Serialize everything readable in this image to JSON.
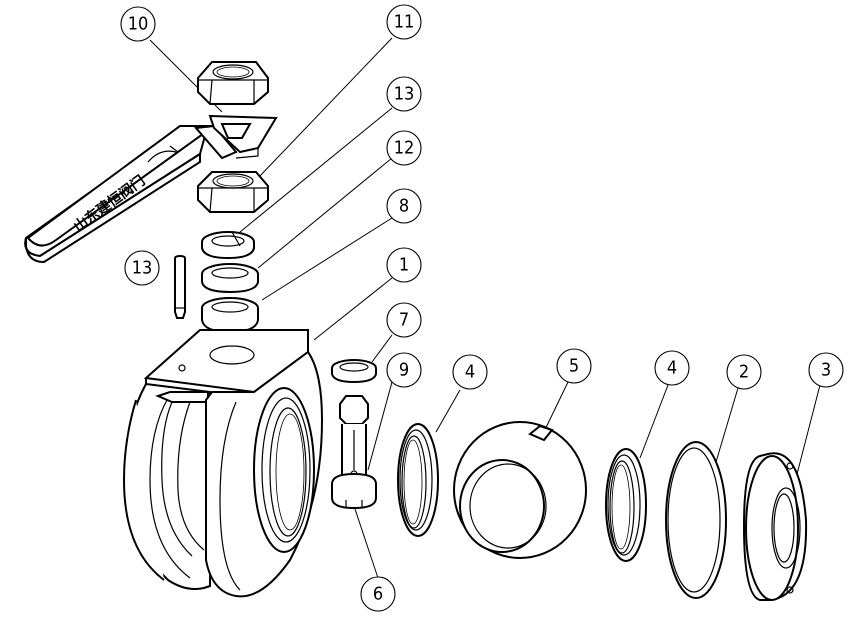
{
  "diagram": {
    "handle_label": "山东建恒阀门",
    "balloons": [
      {
        "id": "b10",
        "label": "10"
      },
      {
        "id": "b11",
        "label": "11"
      },
      {
        "id": "b13a",
        "label": "13"
      },
      {
        "id": "b12",
        "label": "12"
      },
      {
        "id": "b8",
        "label": "8"
      },
      {
        "id": "b13b",
        "label": "13"
      },
      {
        "id": "b1",
        "label": "1"
      },
      {
        "id": "b7",
        "label": "7"
      },
      {
        "id": "b9",
        "label": "9"
      },
      {
        "id": "b4a",
        "label": "4"
      },
      {
        "id": "b5",
        "label": "5"
      },
      {
        "id": "b4b",
        "label": "4"
      },
      {
        "id": "b2",
        "label": "2"
      },
      {
        "id": "b3",
        "label": "3"
      },
      {
        "id": "b6",
        "label": "6"
      }
    ]
  }
}
